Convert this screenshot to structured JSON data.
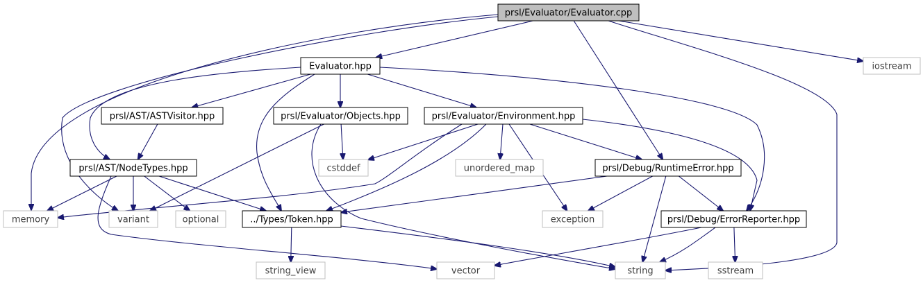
{
  "graph": {
    "nodes": [
      {
        "id": "root",
        "label": "prsl/Evaluator/Evaluator.cpp",
        "kind": "root"
      },
      {
        "id": "evalhpp",
        "label": "Evaluator.hpp",
        "kind": "file"
      },
      {
        "id": "iostream",
        "label": "iostream",
        "kind": "external"
      },
      {
        "id": "astvisitor",
        "label": "prsl/AST/ASTVisitor.hpp",
        "kind": "file"
      },
      {
        "id": "objects",
        "label": "prsl/Evaluator/Objects.hpp",
        "kind": "file"
      },
      {
        "id": "environment",
        "label": "prsl/Evaluator/Environment.hpp",
        "kind": "file"
      },
      {
        "id": "nodetypes",
        "label": "prsl/AST/NodeTypes.hpp",
        "kind": "file"
      },
      {
        "id": "cstddef",
        "label": "cstddef",
        "kind": "external"
      },
      {
        "id": "unordered_map",
        "label": "unordered_map",
        "kind": "external"
      },
      {
        "id": "runtimeerror",
        "label": "prsl/Debug/RuntimeError.hpp",
        "kind": "file"
      },
      {
        "id": "memory",
        "label": "memory",
        "kind": "external"
      },
      {
        "id": "variant",
        "label": "variant",
        "kind": "external"
      },
      {
        "id": "optional",
        "label": "optional",
        "kind": "external"
      },
      {
        "id": "token",
        "label": "../Types/Token.hpp",
        "kind": "file"
      },
      {
        "id": "exception",
        "label": "exception",
        "kind": "external"
      },
      {
        "id": "errorreporter",
        "label": "prsl/Debug/ErrorReporter.hpp",
        "kind": "file"
      },
      {
        "id": "string_view",
        "label": "string_view",
        "kind": "external"
      },
      {
        "id": "vector",
        "label": "vector",
        "kind": "external"
      },
      {
        "id": "string",
        "label": "string",
        "kind": "external"
      },
      {
        "id": "sstream",
        "label": "sstream",
        "kind": "external"
      }
    ],
    "edges": [
      {
        "from": "root",
        "to": "evalhpp"
      },
      {
        "from": "root",
        "to": "iostream"
      },
      {
        "from": "root",
        "to": "memory"
      },
      {
        "from": "root",
        "to": "variant"
      },
      {
        "from": "root",
        "to": "runtimeerror"
      },
      {
        "from": "root",
        "to": "string"
      },
      {
        "from": "evalhpp",
        "to": "astvisitor"
      },
      {
        "from": "evalhpp",
        "to": "objects"
      },
      {
        "from": "evalhpp",
        "to": "environment"
      },
      {
        "from": "evalhpp",
        "to": "nodetypes"
      },
      {
        "from": "evalhpp",
        "to": "token"
      },
      {
        "from": "evalhpp",
        "to": "errorreporter"
      },
      {
        "from": "astvisitor",
        "to": "nodetypes"
      },
      {
        "from": "objects",
        "to": "variant"
      },
      {
        "from": "objects",
        "to": "cstddef"
      },
      {
        "from": "objects",
        "to": "string"
      },
      {
        "from": "environment",
        "to": "cstddef"
      },
      {
        "from": "environment",
        "to": "unordered_map"
      },
      {
        "from": "environment",
        "to": "runtimeerror"
      },
      {
        "from": "environment",
        "to": "errorreporter"
      },
      {
        "from": "environment",
        "to": "memory"
      },
      {
        "from": "environment",
        "to": "token"
      },
      {
        "from": "environment",
        "to": "exception"
      },
      {
        "from": "nodetypes",
        "to": "memory"
      },
      {
        "from": "nodetypes",
        "to": "variant"
      },
      {
        "from": "nodetypes",
        "to": "optional"
      },
      {
        "from": "nodetypes",
        "to": "token"
      },
      {
        "from": "nodetypes",
        "to": "vector"
      },
      {
        "from": "runtimeerror",
        "to": "token"
      },
      {
        "from": "runtimeerror",
        "to": "exception"
      },
      {
        "from": "runtimeerror",
        "to": "errorreporter"
      },
      {
        "from": "runtimeerror",
        "to": "string"
      },
      {
        "from": "token",
        "to": "string_view"
      },
      {
        "from": "token",
        "to": "string"
      },
      {
        "from": "errorreporter",
        "to": "vector"
      },
      {
        "from": "errorreporter",
        "to": "string"
      },
      {
        "from": "errorreporter",
        "to": "sstream"
      }
    ]
  },
  "colors": {
    "edge": "#191970",
    "file_border": "#000000",
    "external_border": "#bfbfbf",
    "root_fill": "#bfbfbf",
    "node_fill": "#ffffff",
    "external_text": "#404040"
  }
}
